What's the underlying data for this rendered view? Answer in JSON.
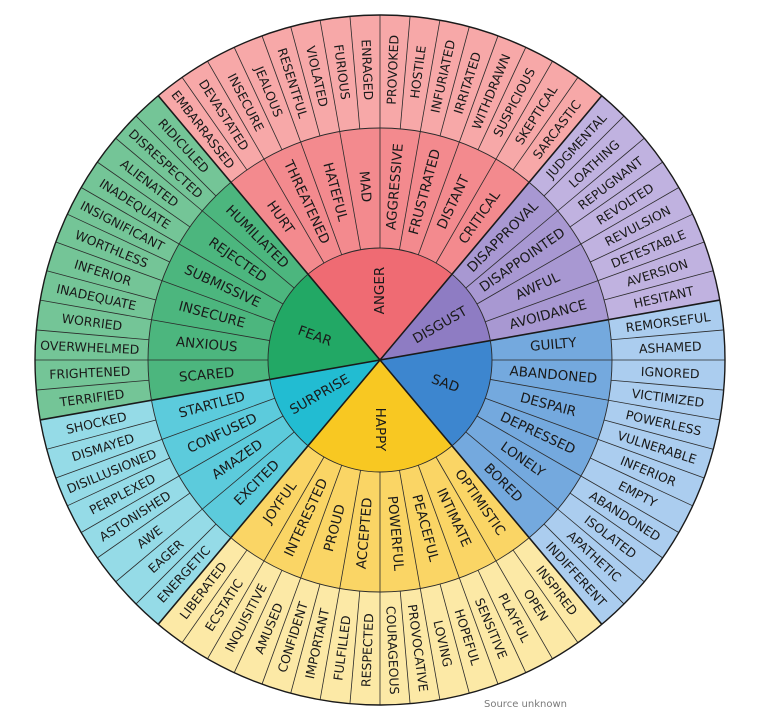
{
  "title": "Feelings Wheel",
  "source_note": "Source unknown",
  "sectors": [
    {
      "name": "ANGER",
      "core_color": "#ef6b73",
      "mid_color": "#f38a8e",
      "outer_color": "#f7a8a8",
      "middle": [
        "HURT",
        "THREATENED",
        "HATEFUL",
        "MAD",
        "AGGRESSIVE",
        "FRUSTRATED",
        "DISTANT",
        "CRITICAL"
      ],
      "outer": [
        "EMBARRASSED",
        "DEVASTATED",
        "INSECURE",
        "JEALOUS",
        "RESENTFUL",
        "VIOLATED",
        "FURIOUS",
        "ENRAGED",
        "PROVOKED",
        "HOSTILE",
        "INFURIATED",
        "IRRITATED",
        "WITHDRAWN",
        "SUSPICIOUS",
        "SKEPTICAL",
        "SARCASTIC"
      ]
    },
    {
      "name": "DISGUST",
      "core_color": "#8e7cc3",
      "mid_color": "#a898d2",
      "outer_color": "#c0b2e0",
      "middle": [
        "DISAPPROVAL",
        "DISAPPOINTED",
        "AWFUL",
        "AVOIDANCE"
      ],
      "outer": [
        "JUDGMENTAL",
        "LOATHING",
        "REPUGNANT",
        "REVOLTED",
        "REVULSION",
        "DETESTABLE",
        "AVERSION",
        "HESITANT"
      ]
    },
    {
      "name": "SAD",
      "core_color": "#3d86cf",
      "mid_color": "#74a9de",
      "outer_color": "#abcdef",
      "middle": [
        "GUILTY",
        "ABANDONED",
        "DESPAIR",
        "DEPRESSED",
        "LONELY",
        "BORED"
      ],
      "outer": [
        "REMORSEFUL",
        "ASHAMED",
        "IGNORED",
        "VICTIMIZED",
        "POWERLESS",
        "VULNERABLE",
        "INFERIOR",
        "EMPTY",
        "ABANDONED",
        "ISOLATED",
        "APATHETIC",
        "INDIFFERENT"
      ]
    },
    {
      "name": "HAPPY",
      "core_color": "#f8c822",
      "mid_color": "#fad565",
      "outer_color": "#fce9a6",
      "middle": [
        "OPTIMISTIC",
        "INTIMATE",
        "PEACEFUL",
        "POWERFUL",
        "ACCEPTED",
        "PROUD",
        "INTERESTED",
        "JOYFUL"
      ],
      "outer": [
        "INSPIRED",
        "OPEN",
        "PLAYFUL",
        "SENSITIVE",
        "HOPEFUL",
        "LOVING",
        "PROVOCATIVE",
        "COURAGEOUS",
        "RESPECTED",
        "FULFILLED",
        "IMPORTANT",
        "CONFIDENT",
        "AMUSED",
        "INQUISITIVE",
        "ECSTATIC",
        "LIBERATED"
      ]
    },
    {
      "name": "SURPRISE",
      "core_color": "#22bcd2",
      "mid_color": "#5ccbdc",
      "outer_color": "#95dbe7",
      "middle": [
        "EXCITED",
        "AMAZED",
        "CONFUSED",
        "STARTLED"
      ],
      "outer": [
        "ENERGETIC",
        "EAGER",
        "AWE",
        "ASTONISHED",
        "PERPLEXED",
        "DISILLUSIONED",
        "DISMAYED",
        "SHOCKED"
      ]
    },
    {
      "name": "FEAR",
      "core_color": "#22a865",
      "mid_color": "#4cb67e",
      "outer_color": "#74c597",
      "middle": [
        "SCARED",
        "ANXIOUS",
        "INSECURE",
        "SUBMISSIVE",
        "REJECTED",
        "HUMILIATED"
      ],
      "outer": [
        "TERRIFIED",
        "FRIGHTENED",
        "OVERWHELMED",
        "WORRIED",
        "INADEQUATE",
        "INFERIOR",
        "WORTHLESS",
        "INSIGNIFICANT",
        "INADEQUATE",
        "ALIENATED",
        "DISRESPECTED",
        "RIDICULED"
      ]
    }
  ]
}
